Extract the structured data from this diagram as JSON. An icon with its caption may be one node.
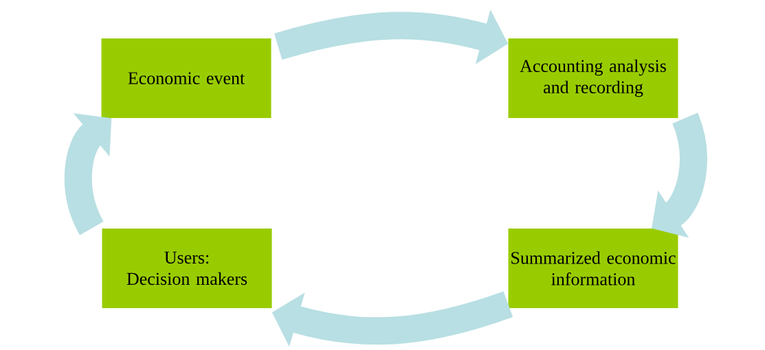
{
  "diagram": {
    "nodes": [
      {
        "text": [
          "Economic event"
        ]
      },
      {
        "text": [
          "Accounting analysis and recording"
        ]
      },
      {
        "text": [
          "Summarized economic information"
        ]
      },
      {
        "text": [
          "Users:",
          "Decision makers"
        ]
      }
    ],
    "edges": [
      {
        "from": 0,
        "to": 1,
        "arrow": "to"
      },
      {
        "from": 1,
        "to": 2,
        "arrow": "to"
      },
      {
        "from": 2,
        "to": 3,
        "arrow": "to"
      },
      {
        "from": 3,
        "to": 0,
        "arrow": "to"
      }
    ]
  }
}
